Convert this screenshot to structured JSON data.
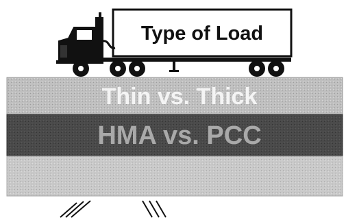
{
  "truck": {
    "trailer_label": "Type of Load"
  },
  "pavement": {
    "layers": [
      {
        "label": "Thin vs. Thick",
        "fill": "#bdbdbd",
        "text_color": "#f4f4f4",
        "outline": "#9a9a9a"
      },
      {
        "label": "HMA vs. PCC",
        "fill": "#4a4a4a",
        "text_color": "#a9a9a9",
        "outline": "#2b2b2b"
      },
      {
        "label": "",
        "fill": "#c9c9c9",
        "text_color": "#c9c9c9",
        "outline": "#a8a8a8"
      }
    ]
  },
  "colors": {
    "ink": "#111111",
    "paper": "#ffffff"
  }
}
